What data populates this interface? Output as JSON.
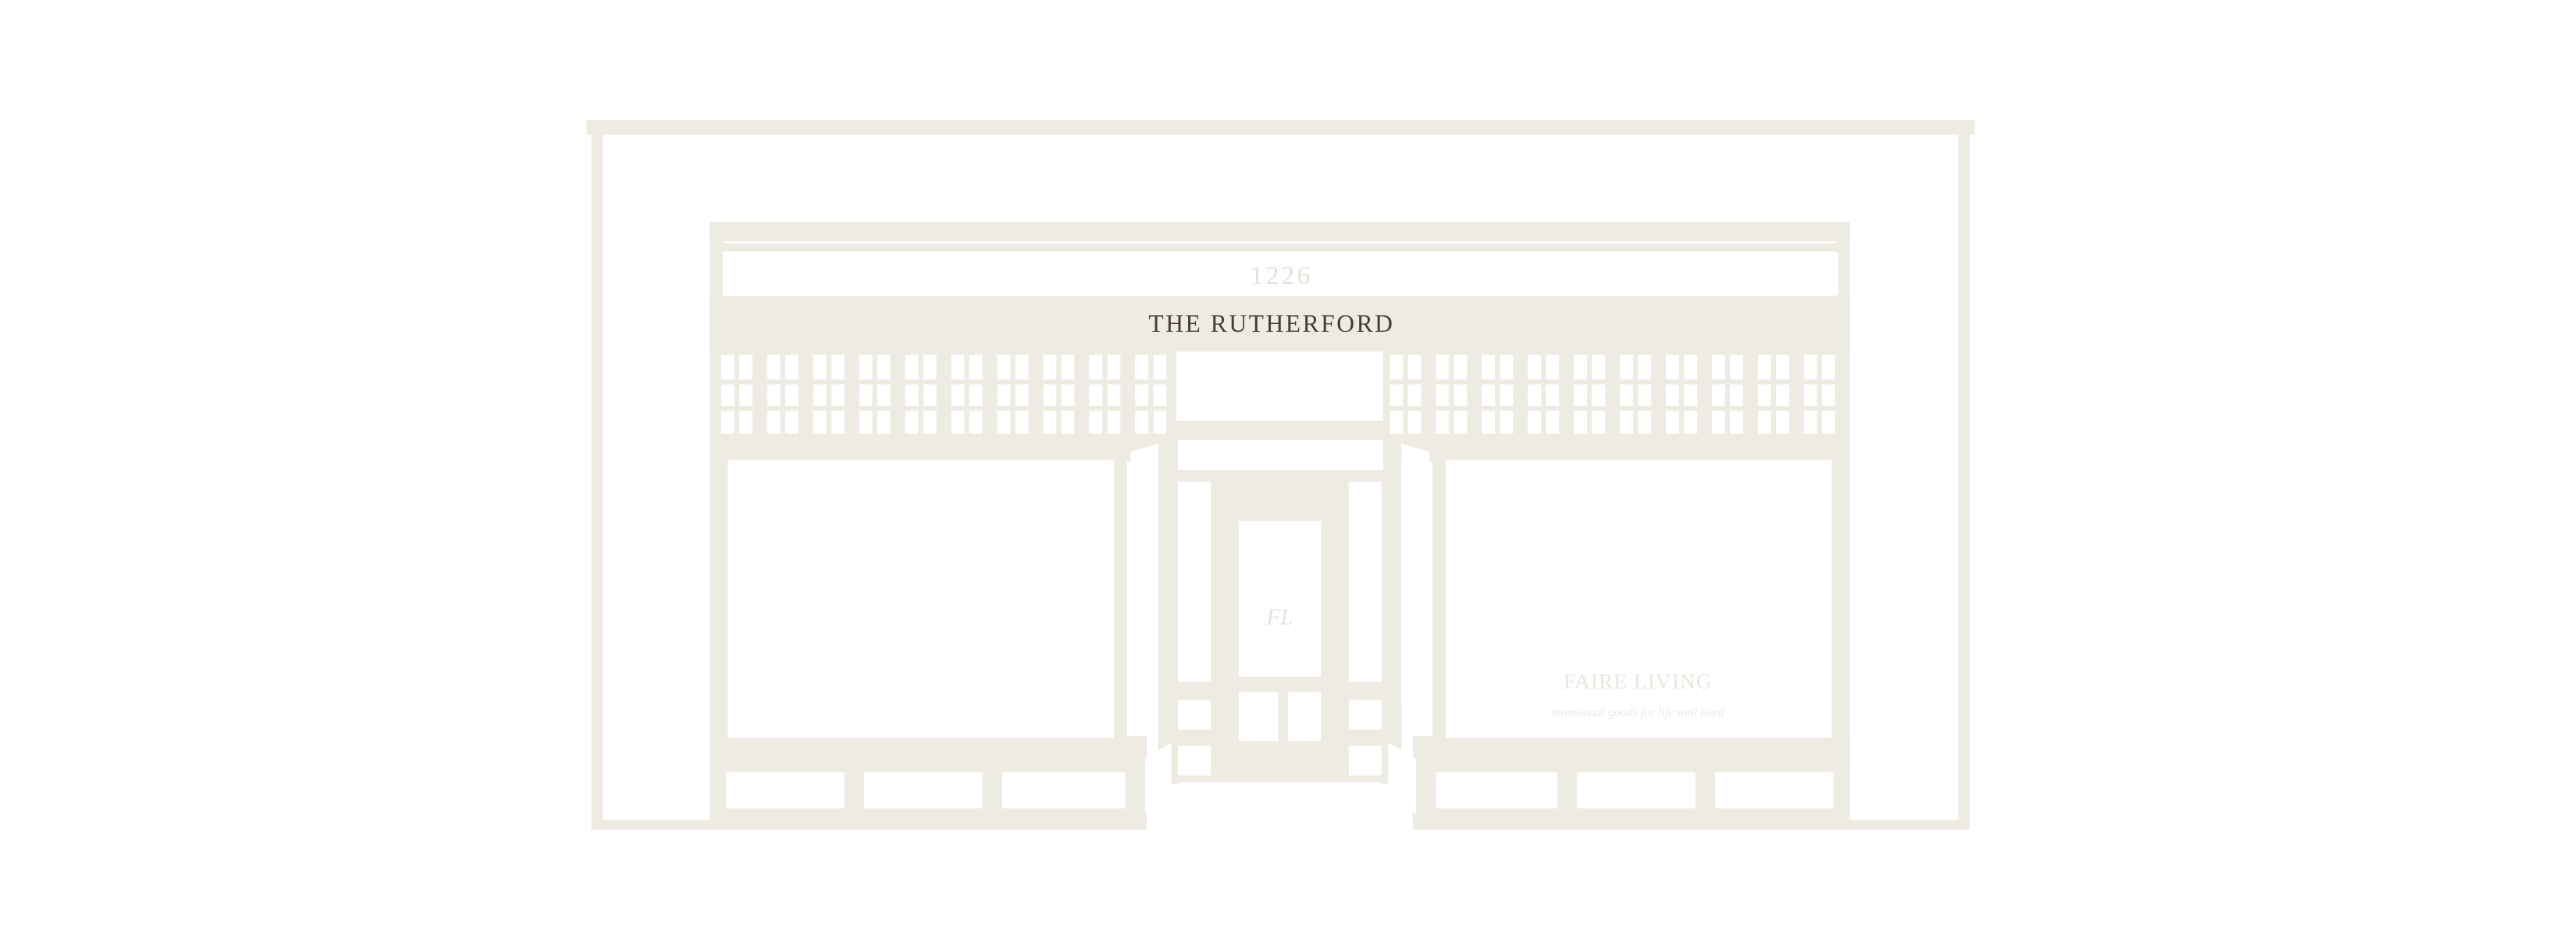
{
  "storefront": {
    "street_number": "1226",
    "sign_name": "THE RUTHERFORD",
    "door_monogram": "FL",
    "window_brand": "FAIRE LIVING",
    "window_tagline": "intentional goods for life well lived"
  },
  "colors": {
    "line": "#edebe2",
    "background": "#ffffff",
    "sign_text": "#4a3b34",
    "faded_text": "#e4e1d7"
  }
}
